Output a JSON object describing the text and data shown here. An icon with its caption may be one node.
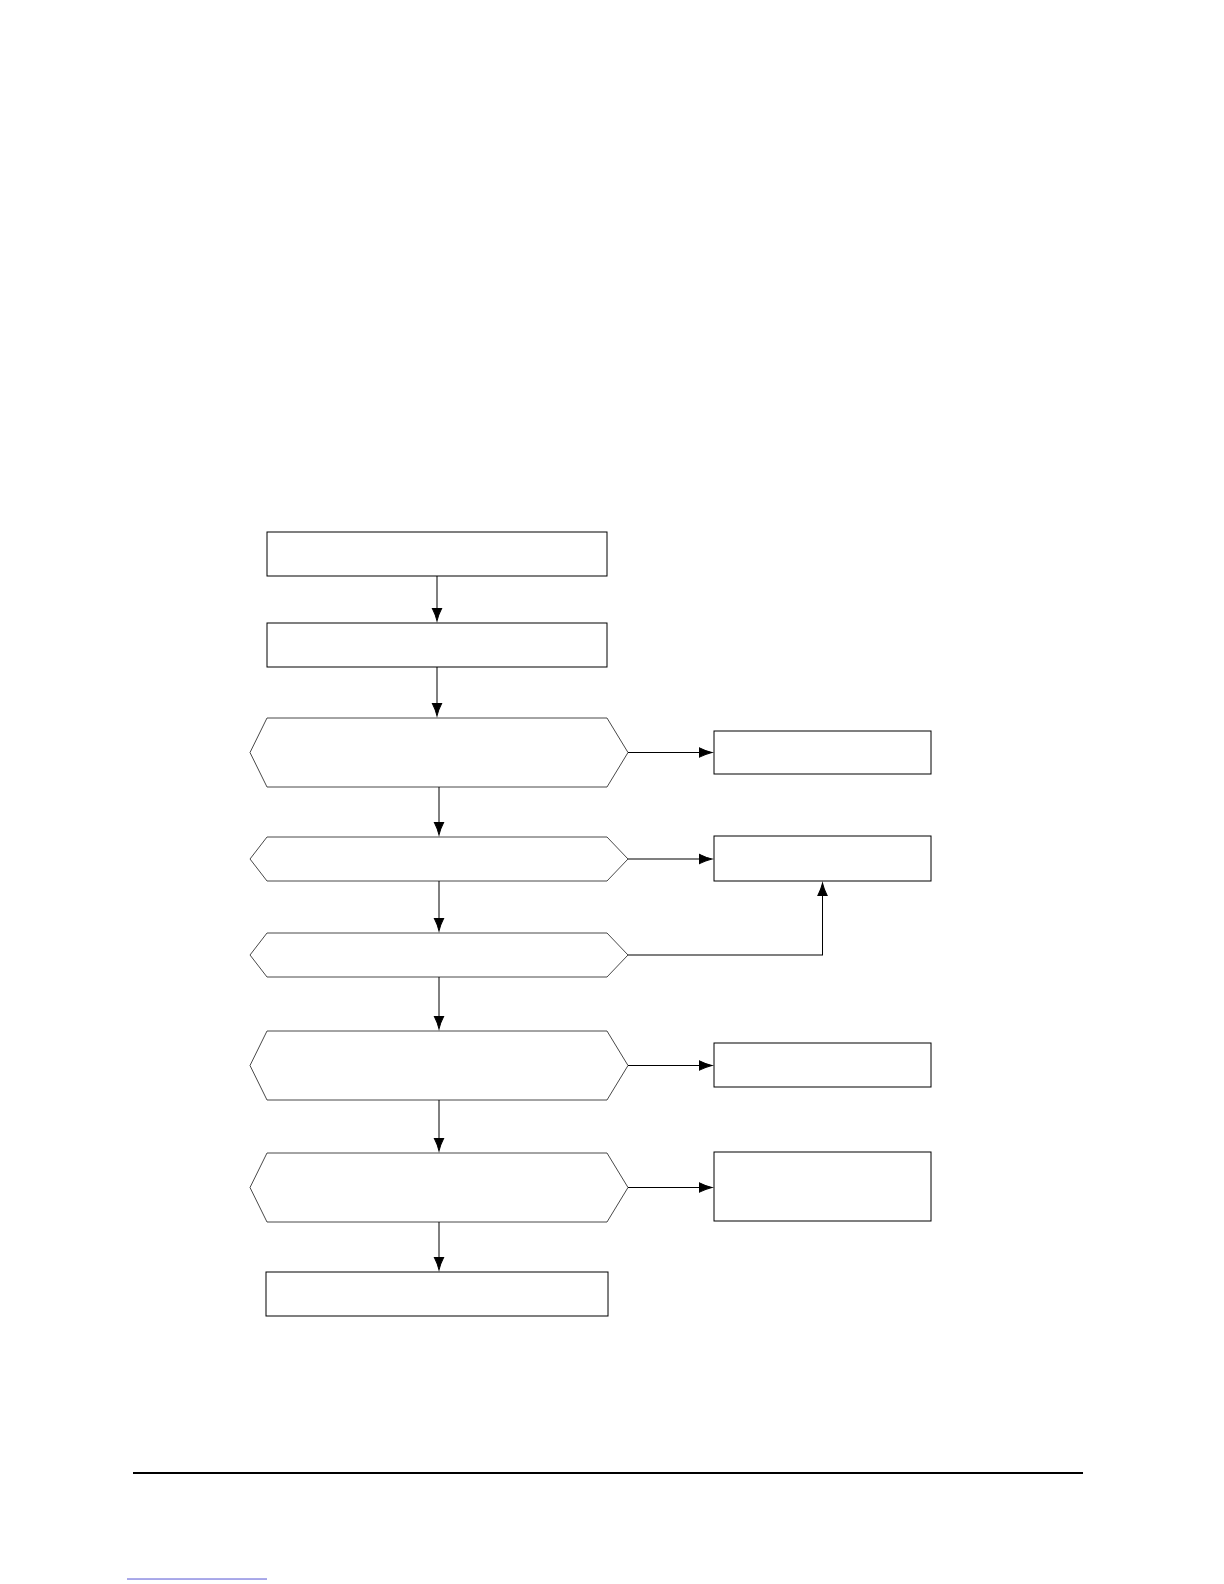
{
  "diagram": {
    "nodes": [
      {
        "text": [],
        "shape": "box"
      },
      {
        "text": [],
        "shape": "box"
      },
      {
        "text": [],
        "shape": "hexagon"
      },
      {
        "text": [],
        "shape": "box"
      },
      {
        "text": [],
        "shape": "hexagon"
      },
      {
        "text": [],
        "shape": "box"
      },
      {
        "text": [],
        "shape": "hexagon"
      },
      {
        "text": [],
        "shape": "hexagon"
      },
      {
        "text": [],
        "shape": "box"
      },
      {
        "text": [],
        "shape": "hexagon"
      },
      {
        "text": [],
        "shape": "box"
      },
      {
        "text": [],
        "shape": "box"
      }
    ],
    "edges": [
      {
        "from": 0,
        "to": 1,
        "arrow": "to"
      },
      {
        "from": 1,
        "to": 2,
        "arrow": "to"
      },
      {
        "from": 2,
        "to": 3,
        "arrow": "to"
      },
      {
        "from": 2,
        "to": 4,
        "arrow": "to"
      },
      {
        "from": 4,
        "to": 5,
        "arrow": "to"
      },
      {
        "from": 4,
        "to": 6,
        "arrow": "to"
      },
      {
        "from": 6,
        "to": 5,
        "arrow": "to"
      },
      {
        "from": 6,
        "to": 7,
        "arrow": "to"
      },
      {
        "from": 7,
        "to": 8,
        "arrow": "to"
      },
      {
        "from": 7,
        "to": 9,
        "arrow": "to"
      },
      {
        "from": 9,
        "to": 10,
        "arrow": "to"
      },
      {
        "from": 9,
        "to": 11,
        "arrow": "to"
      }
    ]
  }
}
